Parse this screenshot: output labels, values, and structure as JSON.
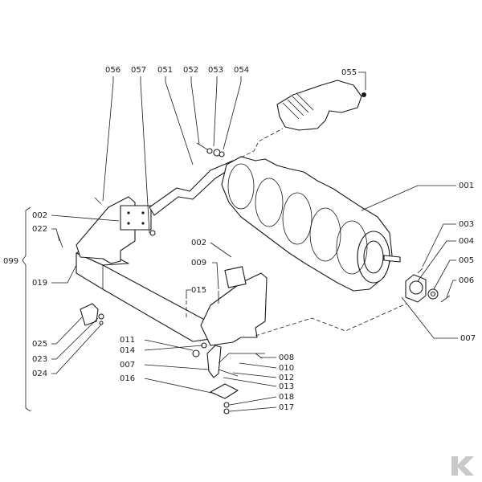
{
  "diagram": {
    "group_label": "099",
    "callouts": [
      "056",
      "057",
      "051",
      "052",
      "053",
      "054",
      "055",
      "001",
      "002",
      "022",
      "003",
      "004",
      "005",
      "006",
      "007",
      "019",
      "002",
      "009",
      "015",
      "025",
      "023",
      "024",
      "011",
      "014",
      "007",
      "016",
      "008",
      "010",
      "012",
      "013",
      "018",
      "017"
    ]
  },
  "colors": {
    "ink": "#1a1a1a",
    "logo": "#c9c9c9",
    "background": "#ffffff"
  },
  "logo": {
    "name": "k-brand-logo",
    "letter": "K"
  }
}
